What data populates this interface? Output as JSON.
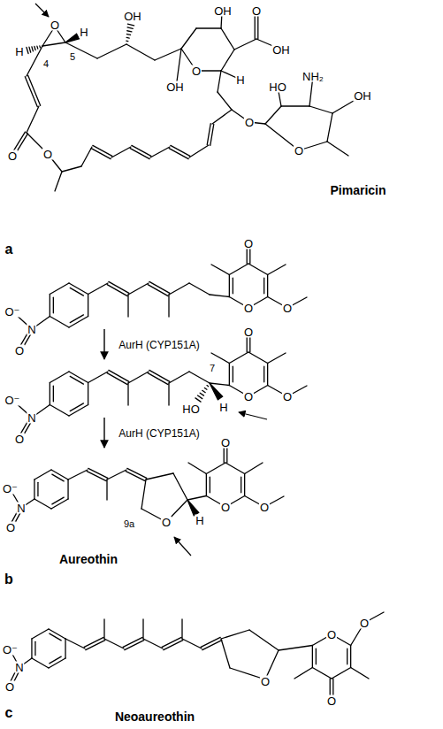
{
  "diagram": {
    "labels": [
      "H",
      "O",
      "4",
      "5",
      "H",
      "OH",
      "OH",
      "O",
      "OH",
      "OH",
      "O",
      "H",
      "O",
      "HO",
      "NH₂",
      "OH",
      "O",
      "O",
      "O",
      "Pimaricin",
      "a",
      "O⁻",
      "N",
      "O",
      "O",
      "O",
      "O",
      "AurH (CYP151A)",
      "O⁻",
      "N",
      "O",
      "7",
      "HO",
      "H",
      "O",
      "O",
      "O",
      "AurH (CYP151A)",
      "O⁻",
      "N",
      "O",
      "9a",
      "O",
      "H",
      "O",
      "O",
      "O",
      "Aureothin",
      "b",
      "O⁻",
      "N",
      "O",
      "O",
      "O",
      "O",
      "O",
      "Neoaureothin",
      "c"
    ]
  }
}
